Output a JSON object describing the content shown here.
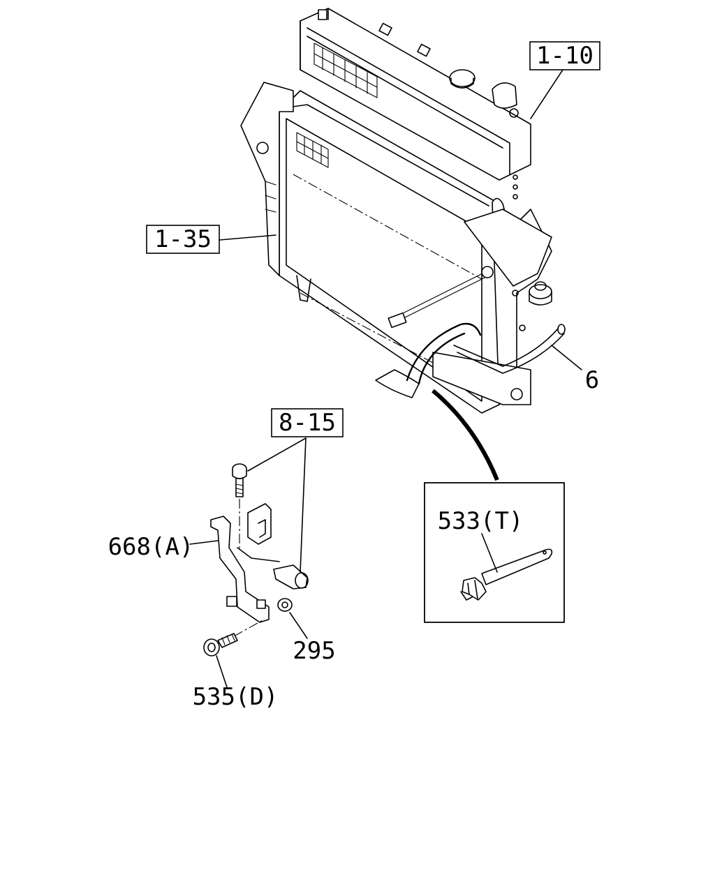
{
  "callouts": {
    "ref_1_10": "1-10",
    "ref_1_35": "1-35",
    "part_6": "6",
    "ref_8_15": "8-15",
    "part_668": "668(A)",
    "part_295": "295",
    "part_535": "535(D)",
    "part_533": "533(T)"
  }
}
